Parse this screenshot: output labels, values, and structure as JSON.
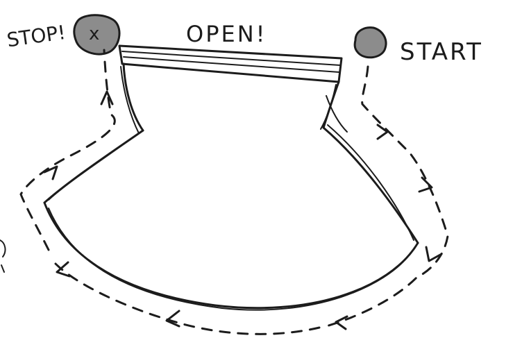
{
  "labels": {
    "stop": "STOP!",
    "open": "OPEN!",
    "start": "START"
  },
  "markers": {
    "stop_symbol": "x"
  },
  "colors": {
    "ink": "#1c1c1c",
    "marker_fill": "#8c8c8c",
    "background": "#ffffff"
  },
  "icons": {
    "stop": "stop-x-circle-icon",
    "start": "start-circle-icon"
  }
}
